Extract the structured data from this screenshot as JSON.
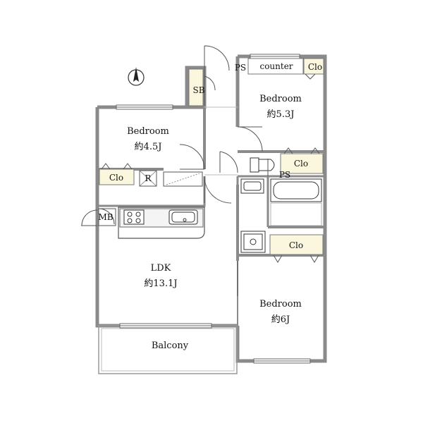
{
  "rooms": {
    "bedroom_a": {
      "name": "Bedroom",
      "area": "約4.5J"
    },
    "bedroom_b": {
      "name": "Bedroom",
      "area": "約5.3J"
    },
    "bedroom_c": {
      "name": "Bedroom",
      "area": "約6J"
    },
    "ldk": {
      "name": "LDK",
      "area": "約13.1J"
    },
    "balcony": {
      "name": "Balcony"
    }
  },
  "storage": {
    "clo_left": "Clo",
    "clo_top_right": "Clo",
    "clo_mid_right": "Clo",
    "clo_lower_right": "Clo",
    "sb": "SB",
    "mb": "MB",
    "r": "R",
    "ps_top": "PS",
    "ps_mid": "PS",
    "counter": "counter"
  },
  "colors": {
    "wall": "#8a8a8a",
    "closet_fill": "#fbf7df",
    "line": "#333333"
  },
  "icons": [
    "north-arrow-icon",
    "door-swing-icon",
    "stove-icon",
    "sink-icon",
    "toilet-icon",
    "bathtub-icon",
    "washbasin-icon",
    "washer-icon"
  ]
}
